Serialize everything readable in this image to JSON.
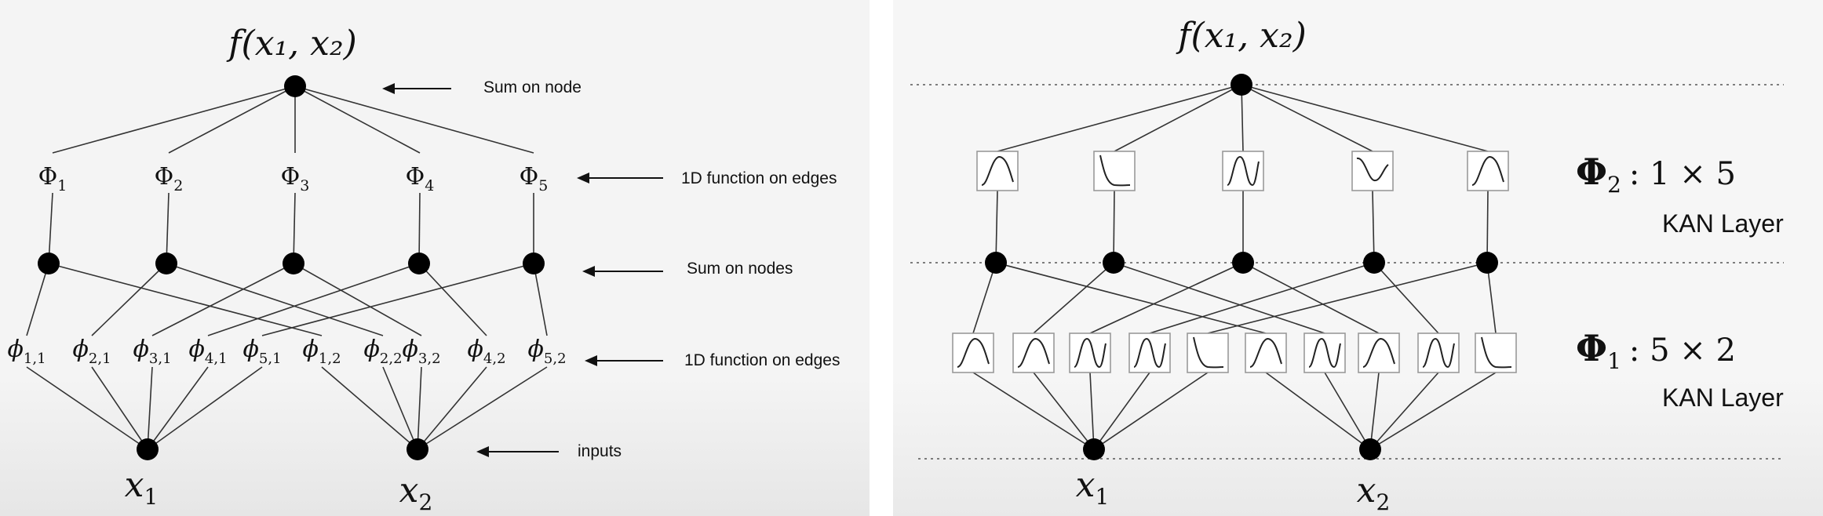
{
  "left": {
    "output_label": "f(x₁, x₂)",
    "annotations": {
      "sum_on_node": "Sum on node",
      "fn_edges_top": "1D function on edges",
      "sum_on_nodes": "Sum on nodes",
      "fn_edges_bottom": "1D function on edges",
      "inputs": "inputs"
    },
    "outer_functions": [
      {
        "sym": "Φ",
        "sub": "1"
      },
      {
        "sym": "Φ",
        "sub": "2"
      },
      {
        "sym": "Φ",
        "sub": "3"
      },
      {
        "sym": "Φ",
        "sub": "4"
      },
      {
        "sym": "Φ",
        "sub": "5"
      }
    ],
    "inner_functions": [
      {
        "sym": "ϕ",
        "sub": "1,1"
      },
      {
        "sym": "ϕ",
        "sub": "2,1"
      },
      {
        "sym": "ϕ",
        "sub": "3,1"
      },
      {
        "sym": "ϕ",
        "sub": "4,1"
      },
      {
        "sym": "ϕ",
        "sub": "5,1"
      },
      {
        "sym": "ϕ",
        "sub": "1,2"
      },
      {
        "sym": "ϕ",
        "sub": "2,2"
      },
      {
        "sym": "ϕ",
        "sub": "3,2"
      },
      {
        "sym": "ϕ",
        "sub": "4,2"
      },
      {
        "sym": "ϕ",
        "sub": "5,2"
      }
    ],
    "inputs": [
      {
        "sym": "x",
        "sub": "1"
      },
      {
        "sym": "x",
        "sub": "2"
      }
    ]
  },
  "right": {
    "output_label": "f(x₁, x₂)",
    "layer2": {
      "sym": "Φ",
      "sub": "2",
      "shape": ": 1 × 5",
      "caption": "KAN Layer"
    },
    "layer1": {
      "sym": "Φ",
      "sub": "1",
      "shape": ": 5 × 2",
      "caption": "KAN Layer"
    },
    "inputs": [
      {
        "sym": "x",
        "sub": "1"
      },
      {
        "sym": "x",
        "sub": "2"
      }
    ],
    "top_box_icons": [
      "bump-curve-icon",
      "decay-curve-icon",
      "wave-curve-icon",
      "bump-dip-curve-icon",
      "bump-curve-icon"
    ],
    "bottom_box_icons": [
      "bump-curve-icon",
      "bump-curve-icon",
      "wave-curve-icon",
      "wave-curve-icon",
      "decay-curve-icon",
      "bump-curve-icon",
      "wave-curve-icon",
      "bump-curve-icon",
      "wave-curve-icon",
      "decay-curve-icon"
    ]
  }
}
